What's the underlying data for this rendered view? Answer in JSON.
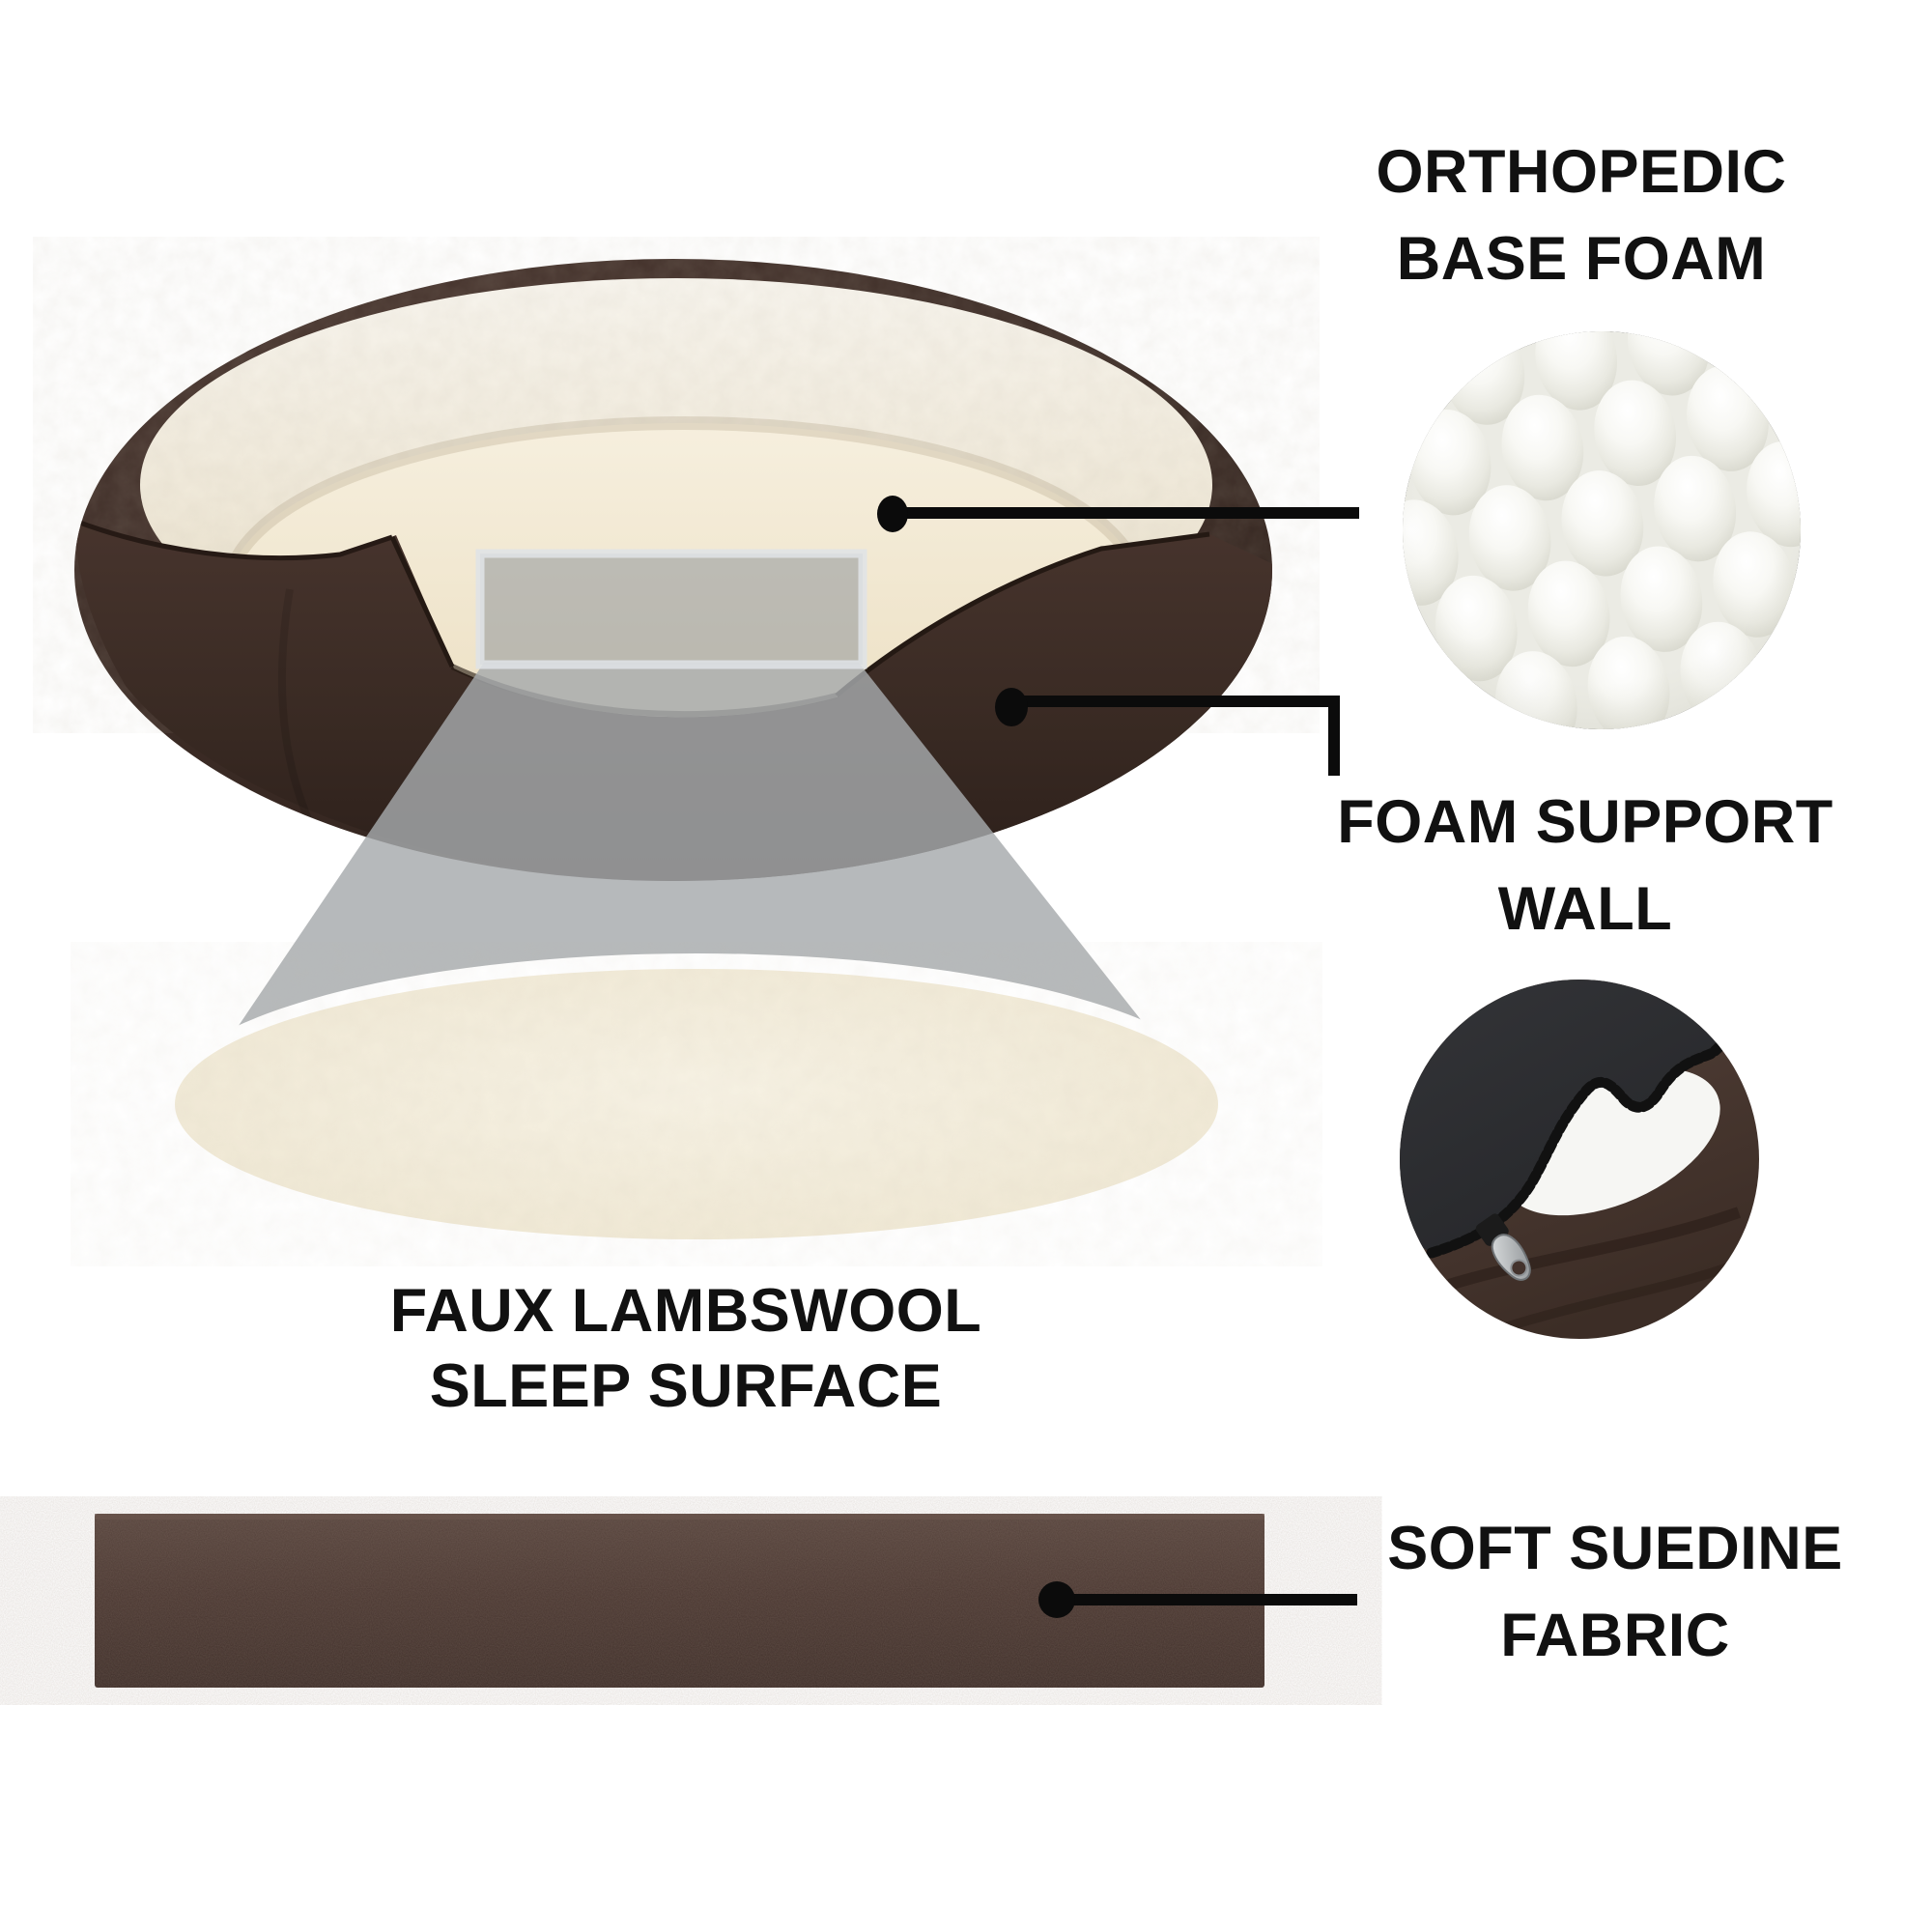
{
  "figure": {
    "type": "product-feature-infographic",
    "subject": "orthopedic oval pet bed cutaway diagram"
  },
  "callouts": {
    "orthopedic_base_foam": {
      "line1": "ORTHOPEDIC",
      "line2": "BASE FOAM"
    },
    "foam_support_wall": {
      "line1": "FOAM SUPPORT",
      "line2": "WALL"
    },
    "faux_lambswool": {
      "line1": "FAUX LAMBSWOOL",
      "line2": "SLEEP SURFACE"
    },
    "soft_suedine": {
      "line1": "SOFT SUEDINE",
      "line2": "FABRIC"
    }
  },
  "insets": {
    "base_foam_image": "egg-crate-foam-closeup",
    "support_wall_image": "zippered-liner-closeup",
    "fabric_swatch_image": "suedine-fabric-strip",
    "main_image": "oval-pet-bed-with-lambswool",
    "magnified_area_image": "lambswool-sleep-surface-magnified"
  },
  "colors": {
    "background": "#ffffff",
    "text": "#111111",
    "callout_line": "#0b0b0b",
    "bed_brown": "#3b2b25",
    "bed_brown_dark": "#2c201b",
    "suede_strip_brown": "#4a3832",
    "fleece_cream": "#efe8d6",
    "floor_cream": "#eee3c9",
    "foam_white": "#f2f2ec",
    "zipper_fabric_black": "#2f3033",
    "cone_gray": "#a6a9ac",
    "magnifier_rect_gray": "#8f969b",
    "magnifier_border": "#dfe3e6"
  }
}
